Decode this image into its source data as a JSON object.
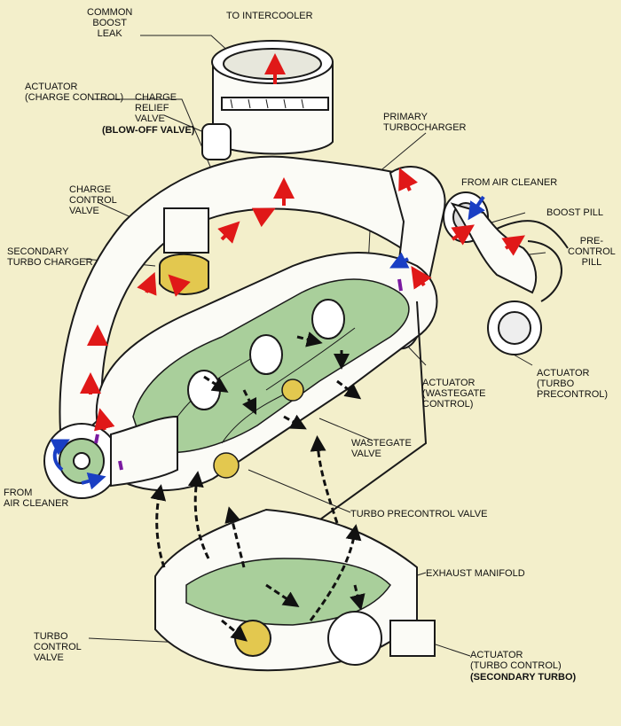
{
  "labels": {
    "common_boost_leak": "COMMON\nBOOST\nLEAK",
    "to_intercooler": "TO INTERCOOLER",
    "actuator_charge": "ACTUATOR\n(CHARGE CONTROL)",
    "charge_relief": "CHARGE\nRELIEF\nVALVE",
    "blow_off": "(BLOW-OFF VALVE)",
    "primary_turbo": "PRIMARY\nTURBOCHARGER",
    "from_air_cleaner_right": "FROM AIR CLEANER",
    "charge_control_valve": "CHARGE\nCONTROL\nVALVE",
    "boost_pill": "BOOST PILL",
    "pre_control_pill": "PRE-\nCONTROL\nPILL",
    "secondary_turbo_charger": "SECONDARY\nTURBO CHARGER",
    "actuator_wastegate": "ACTUATOR\n(WASTEGATE\nCONTROL)",
    "actuator_turbo_precontrol": "ACTUATOR\n(TURBO\nPRECONTROL)",
    "wastegate_valve": "WASTEGATE\nVALVE",
    "from_air_cleaner_left": "FROM\nAIR CLEANER",
    "turbo_precontrol_valve": "TURBO PRECONTROL VALVE",
    "exhaust_manifold": "EXHAUST MANIFOLD",
    "turbo_control_valve": "TURBO\nCONTROL\nVALVE",
    "actuator_turbo_control": "ACTUATOR\n(TURBO CONTROL)",
    "secondary_turbo": "(SECONDARY TURBO)"
  },
  "colors": {
    "background": "#f3efcb",
    "casting": "#ffffff",
    "cutaway": "#a9cf9b",
    "valve": "#e3c84f",
    "intake_arrow": "#e01818",
    "exhaust_arrow": "#111111",
    "fresh_air_arrow": "#1a3fc4",
    "precontrol_arrow": "#7a1aa0"
  }
}
